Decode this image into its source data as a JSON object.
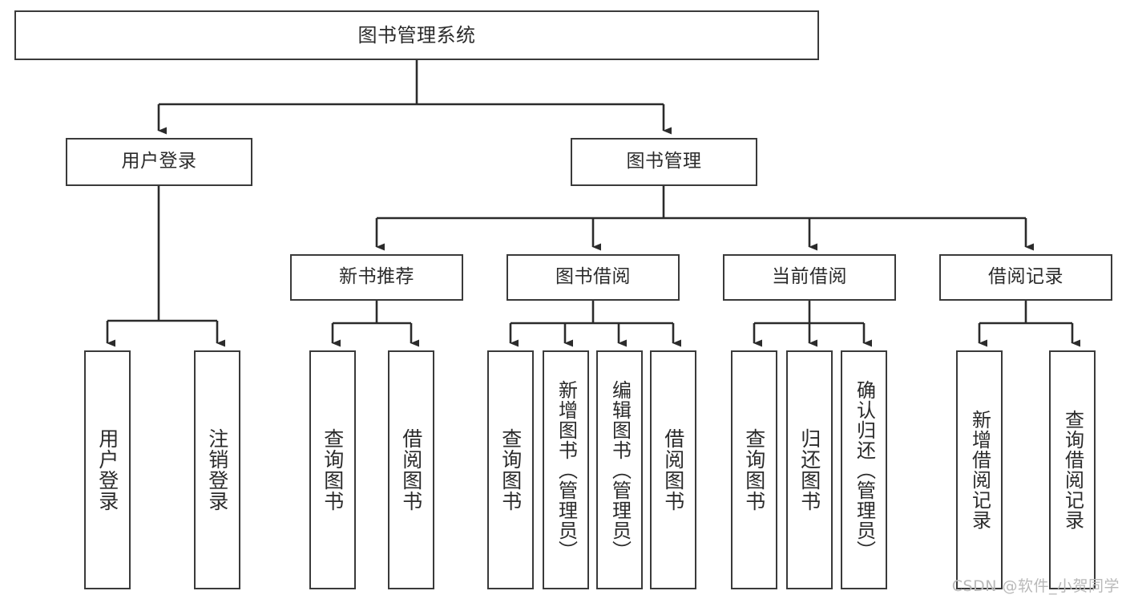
{
  "diagram": {
    "title": "图书管理系统",
    "watermark": "CSDN @软件_小贺同学",
    "colors": {
      "border": "#3a3a3a",
      "text": "#2b2b2b",
      "background": "#ffffff",
      "connector": "#2b2b2b",
      "watermark": "#b9b9b9"
    },
    "root": {
      "label": "图书管理系统"
    },
    "level2": [
      {
        "label": "用户登录"
      },
      {
        "label": "图书管理"
      }
    ],
    "level3": [
      {
        "label": "新书推荐"
      },
      {
        "label": "图书借阅"
      },
      {
        "label": "当前借阅"
      },
      {
        "label": "借阅记录"
      }
    ],
    "leaves": {
      "user_login": [
        {
          "label": "用户登录"
        },
        {
          "label": "注销登录"
        }
      ],
      "new_book_recommend": [
        {
          "label": "查询图书"
        },
        {
          "label": "借阅图书"
        }
      ],
      "book_borrow": [
        {
          "label": "查询图书"
        },
        {
          "label": "新增图书（管理员）"
        },
        {
          "label": "编辑图书（管理员）"
        },
        {
          "label": "借阅图书"
        }
      ],
      "current_borrow": [
        {
          "label": "查询图书"
        },
        {
          "label": "归还图书"
        },
        {
          "label": "确认归还（管理员）"
        }
      ],
      "borrow_record": [
        {
          "label": "新增借阅记录"
        },
        {
          "label": "查询借阅记录"
        }
      ]
    }
  }
}
